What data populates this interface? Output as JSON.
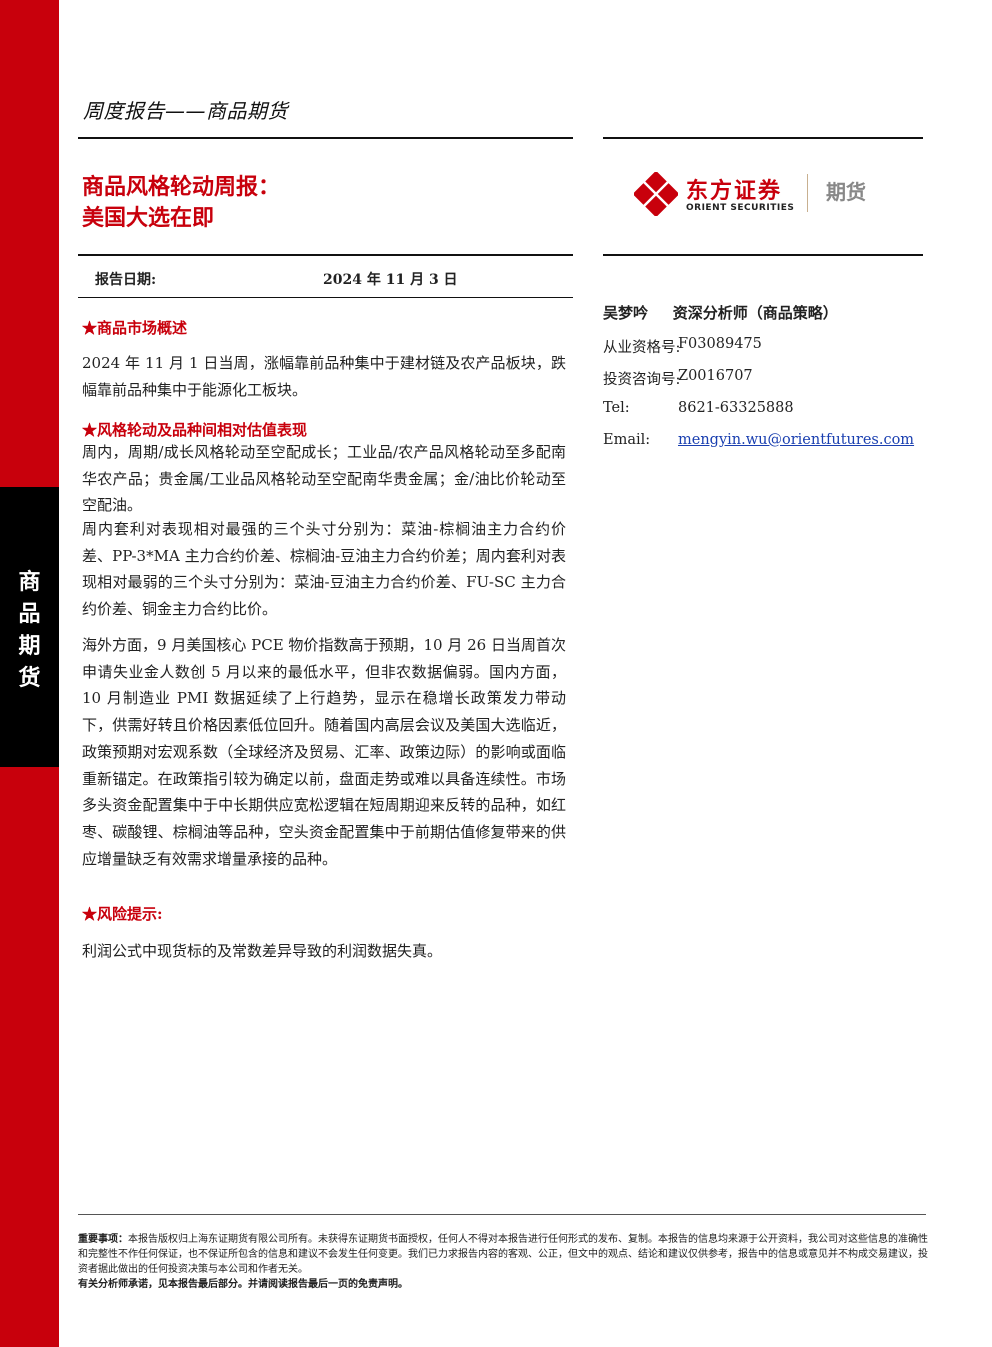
{
  "side_tab": {
    "chars": [
      "商",
      "品",
      "期",
      "货"
    ]
  },
  "header": {
    "report_type": "周度报告——商品期货"
  },
  "title": {
    "line1": "商品风格轮动周报：",
    "line2": "美国大选在即"
  },
  "logo": {
    "name_cn": "东方证券",
    "name_en": "ORIENT SECURITIES",
    "division": "期货",
    "brand_color": "#c8000c"
  },
  "report_date": {
    "label": "报告日期:",
    "value": "2024 年 11 月 3 日"
  },
  "sections": [
    {
      "heading": "★商品市场概述",
      "paragraphs": [
        "2024 年 11 月 1 日当周，涨幅靠前品种集中于建材链及农产品板块，跌幅靠前品种集中于能源化工板块。"
      ]
    },
    {
      "heading": "★风格轮动及品种间相对估值表现",
      "paragraphs": [
        "周内，周期/成长风格轮动至空配成长；工业品/农产品风格轮动至多配南华农产品；贵金属/工业品风格轮动至空配南华贵金属；金/油比价轮动至空配油。",
        "周内套利对表现相对最强的三个头寸分别为：菜油-棕榈油主力合约价差、PP-3*MA 主力合约价差、棕榈油-豆油主力合约价差；周内套利对表现相对最弱的三个头寸分别为：菜油-豆油主力合约价差、FU-SC 主力合约价差、铜金主力合约比价。",
        "海外方面，9 月美国核心 PCE 物价指数高于预期，10 月 26 日当周首次申请失业金人数创 5 月以来的最低水平，但非农数据偏弱。国内方面，10 月制造业 PMI 数据延续了上行趋势，显示在稳增长政策发力带动下，供需好转且价格因素低位回升。随着国内高层会议及美国大选临近，政策预期对宏观系数（全球经济及贸易、汇率、政策边际）的影响或面临重新锚定。在政策指引较为确定以前，盘面走势或难以具备连续性。市场多头资金配置集中于中长期供应宽松逻辑在短周期迎来反转的品种，如红枣、碳酸锂、棕榈油等品种，空头资金配置集中于前期估值修复带来的供应增量缺乏有效需求增量承接的品种。"
      ]
    },
    {
      "heading": "★风险提示:",
      "paragraphs": [
        "利润公式中现货标的及常数差异导致的利润数据失真。"
      ]
    }
  ],
  "analyst": {
    "name": "吴梦吟",
    "title": "资深分析师（商品策略）",
    "rows": [
      {
        "label": "从业资格号:",
        "value": "F03089475"
      },
      {
        "label": "投资咨询号:",
        "value": "Z0016707"
      },
      {
        "label": "Tel:",
        "value": "8621-63325888"
      },
      {
        "label": "Email:",
        "value": "mengyin.wu@orientfutures.com"
      }
    ]
  },
  "footer": {
    "notice_label": "重要事项：",
    "notice_text": "本报告版权归上海东证期货有限公司所有。未获得东证期货书面授权，任何人不得对本报告进行任何形式的发布、复制。本报告的信息均来源于公开资料，我公司对这些信息的准确性和完整性不作任何保证，也不保证所包含的信息和建议不会发生任何变更。我们已力求报告内容的客观、公正，但文中的观点、结论和建议仅供参考，报告中的信息或意见并不构成交易建议，投资者据此做出的任何投资决策与本公司和作者无关。",
    "statement": "有关分析师承诺，见本报告最后部分。并请阅读报告最后一页的免责声明。"
  }
}
